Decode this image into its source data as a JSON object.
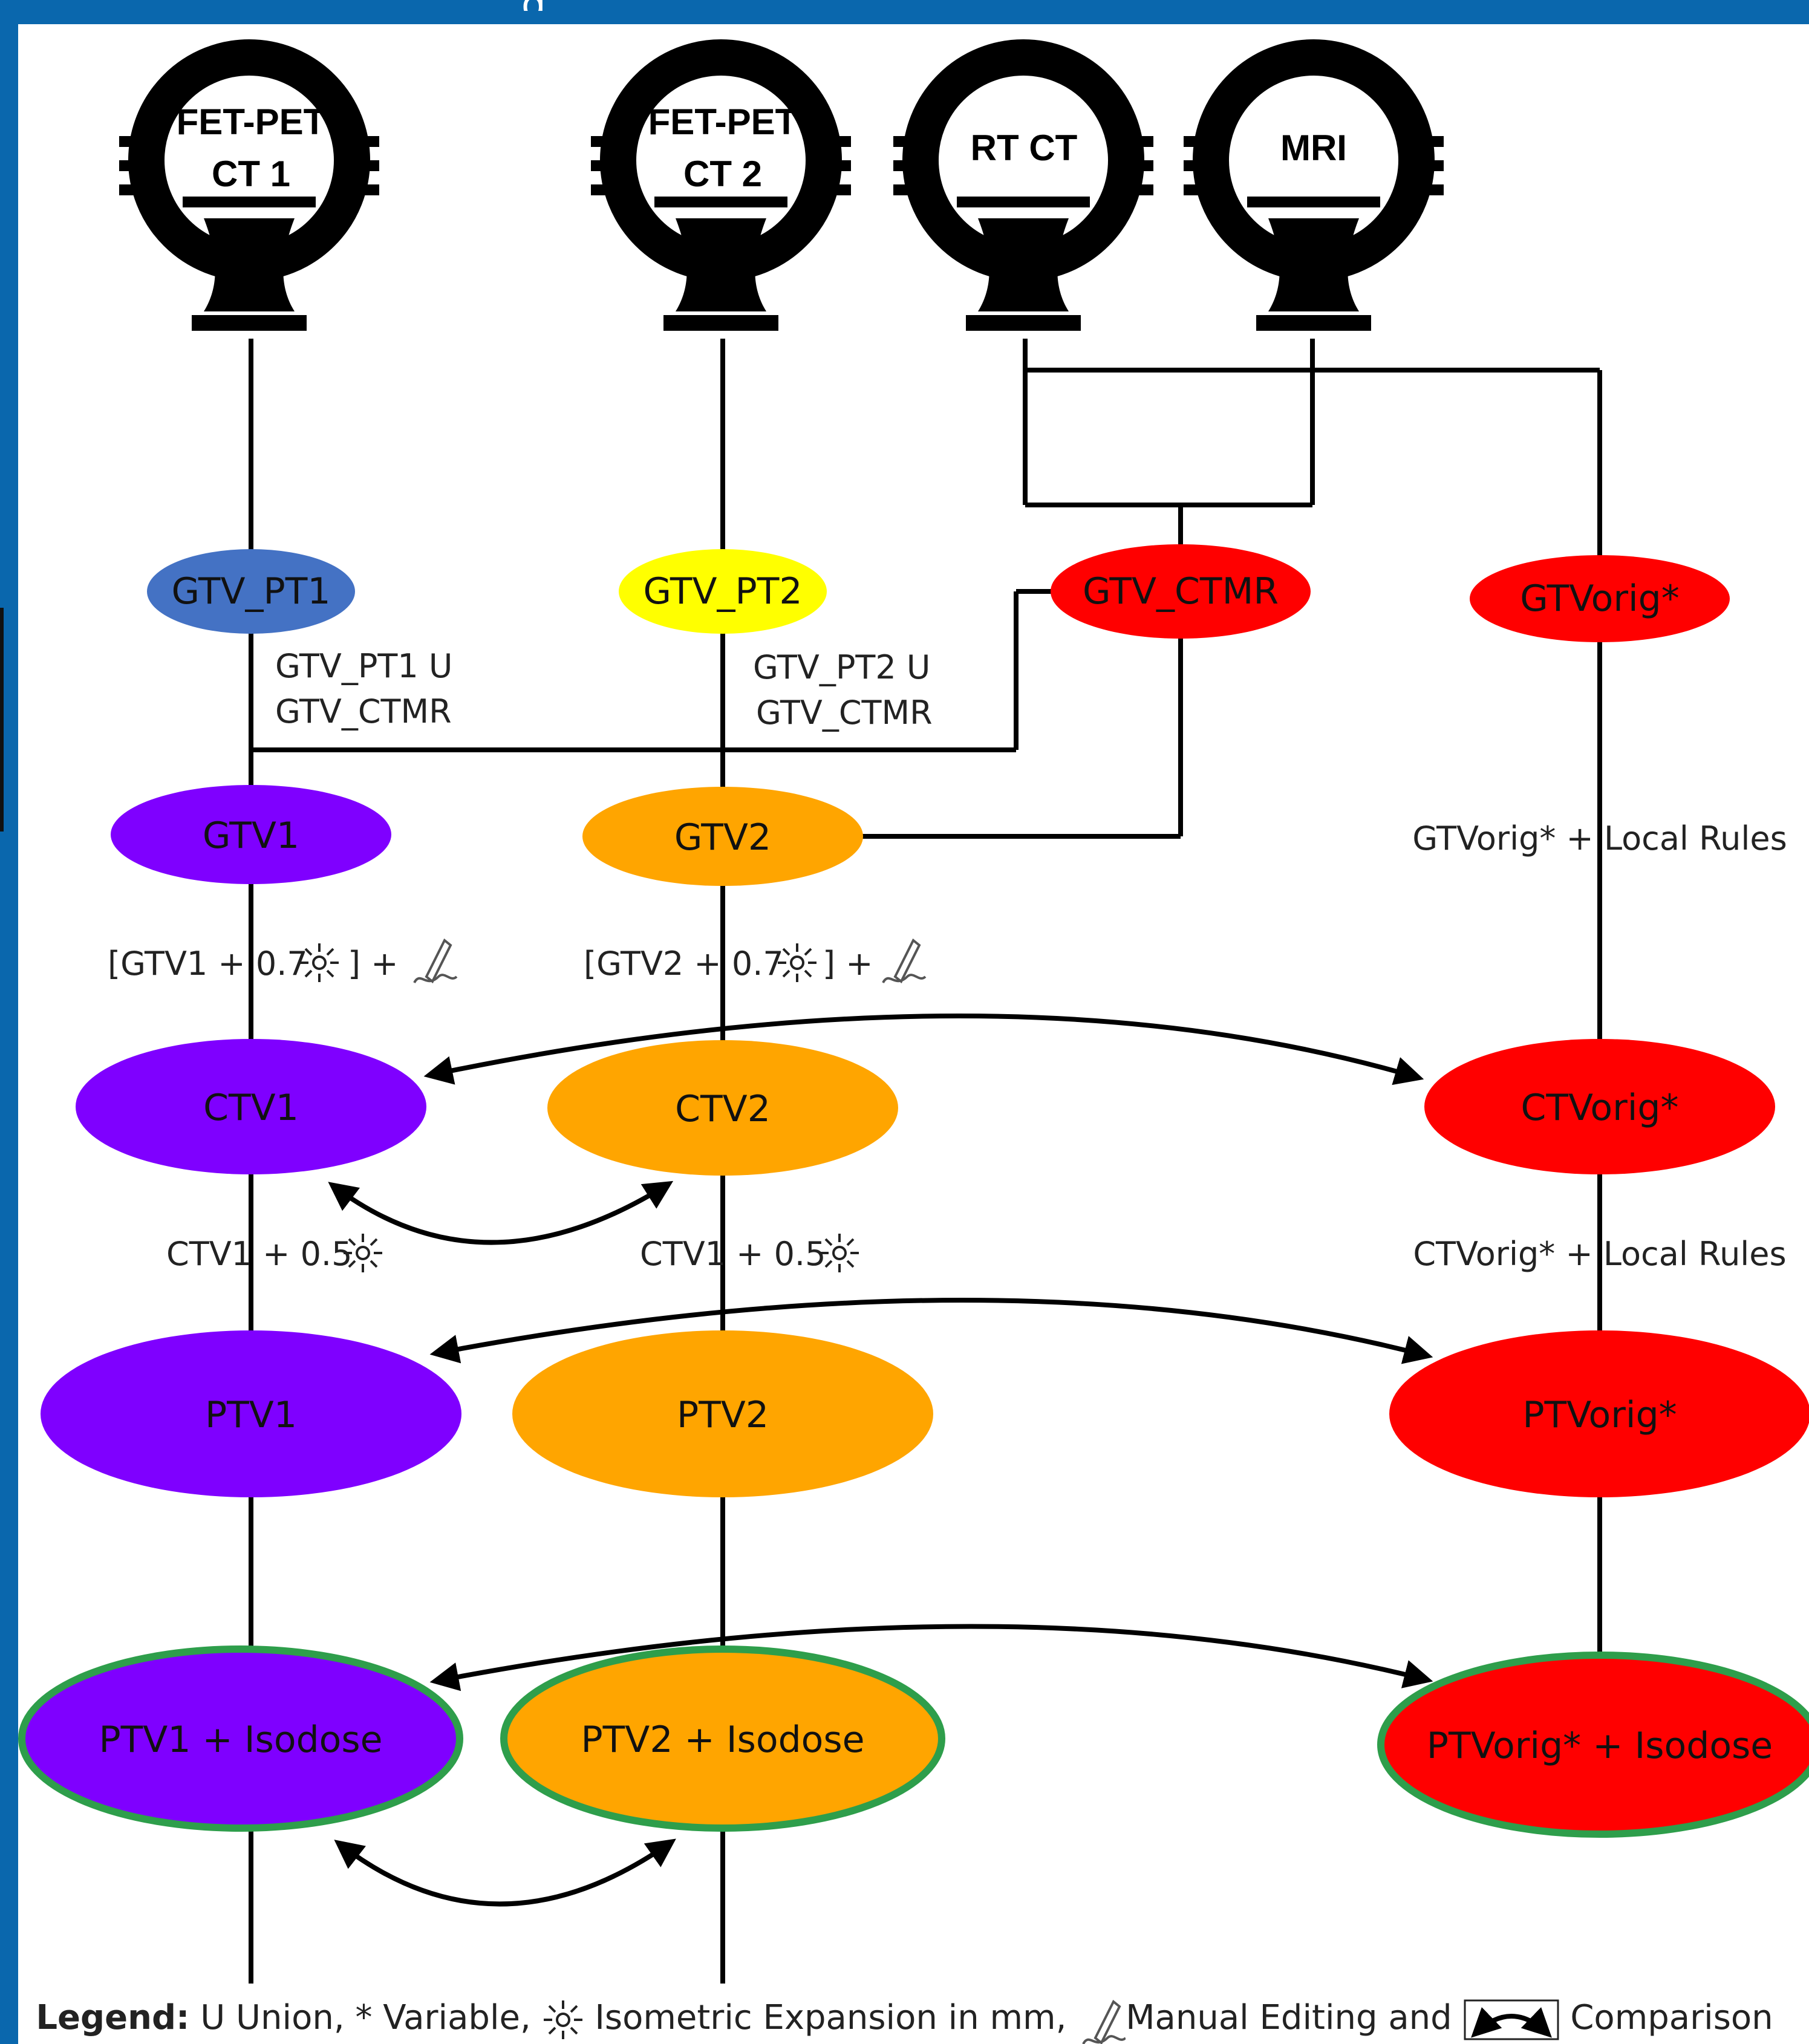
{
  "title_fragment": "g",
  "scanners": [
    {
      "id": "scanner-fet-pet-ct1",
      "line1": "FET-PET",
      "line2": "CT 1"
    },
    {
      "id": "scanner-fet-pet-ct2",
      "line1": "FET-PET",
      "line2": "CT 2"
    },
    {
      "id": "scanner-rt-ct",
      "line1": "RT CT",
      "line2": ""
    },
    {
      "id": "scanner-mri",
      "line1": "MRI",
      "line2": ""
    }
  ],
  "nodes": {
    "gtv_pt1": "GTV_PT1",
    "gtv_pt2": "GTV_PT2",
    "gtv_ctmr": "GTV_CTMR",
    "gtvorig": "GTVorig*",
    "gtv1": "GTV1",
    "gtv2": "GTV2",
    "ctv1": "CTV1",
    "ctv2": "CTV2",
    "ctvorig": "CTVorig*",
    "ptv1": "PTV1",
    "ptv2": "PTV2",
    "ptvorig": "PTVorig*",
    "ptv1_iso": "PTV1 + Isodose",
    "ptv2_iso": "PTV2 + Isodose",
    "ptvorig_iso": "PTVorig* + Isodose"
  },
  "labels": {
    "gtv_pt1_union_1": "GTV_PT1 U",
    "gtv_pt1_union_2": "GTV_CTMR",
    "gtv_pt2_union_1": "GTV_PT2 U",
    "gtv_pt2_union_2": "GTV_CTMR",
    "gtvorig_rules": "GTVorig* + Local Rules",
    "gtv1_expand_pre": "[GTV1 + 0.7",
    "gtv1_expand_post": " ] +",
    "gtv2_expand_pre": "[GTV2 + 0.7",
    "gtv2_expand_post": "] +",
    "ctv1_expand": "CTV1 + 0.5",
    "ctv2_expand": "CTV1 + 0.5",
    "ctvorig_rules": "CTVorig* + Local Rules"
  },
  "legend": {
    "heading": "Legend:",
    "part1": " U Union, * Variable,",
    "part2": " Isometric Expansion in mm,",
    "part3": "Manual Editing and",
    "part4": " Comparison"
  },
  "colors": {
    "frame": "#0a67ad",
    "blue_node": "#4472c4",
    "yellow_node": "#ffff00",
    "red_node": "#ff0000",
    "purple_node": "#7f00ff",
    "orange_node": "#ffa500",
    "isodose_ring": "#2e9e4b",
    "line": "#000000"
  }
}
